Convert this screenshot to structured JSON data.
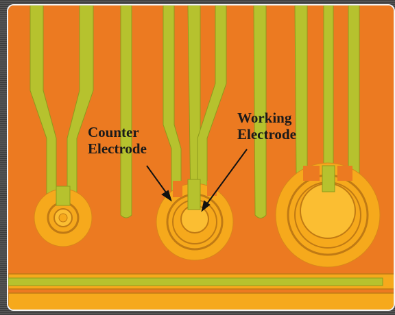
{
  "labels": {
    "counter": [
      "Counter",
      "Electrode"
    ],
    "working": [
      "Working",
      "Electrode"
    ]
  },
  "colors": {
    "substrate": "#ec7a21",
    "trace_fill": "#b6c22e",
    "trace_edge": "#8e9a1c",
    "gold": "#f6a91c",
    "gold_light": "#fbbe32",
    "label": "#1a1a1a",
    "border": "#f4f4f4"
  }
}
